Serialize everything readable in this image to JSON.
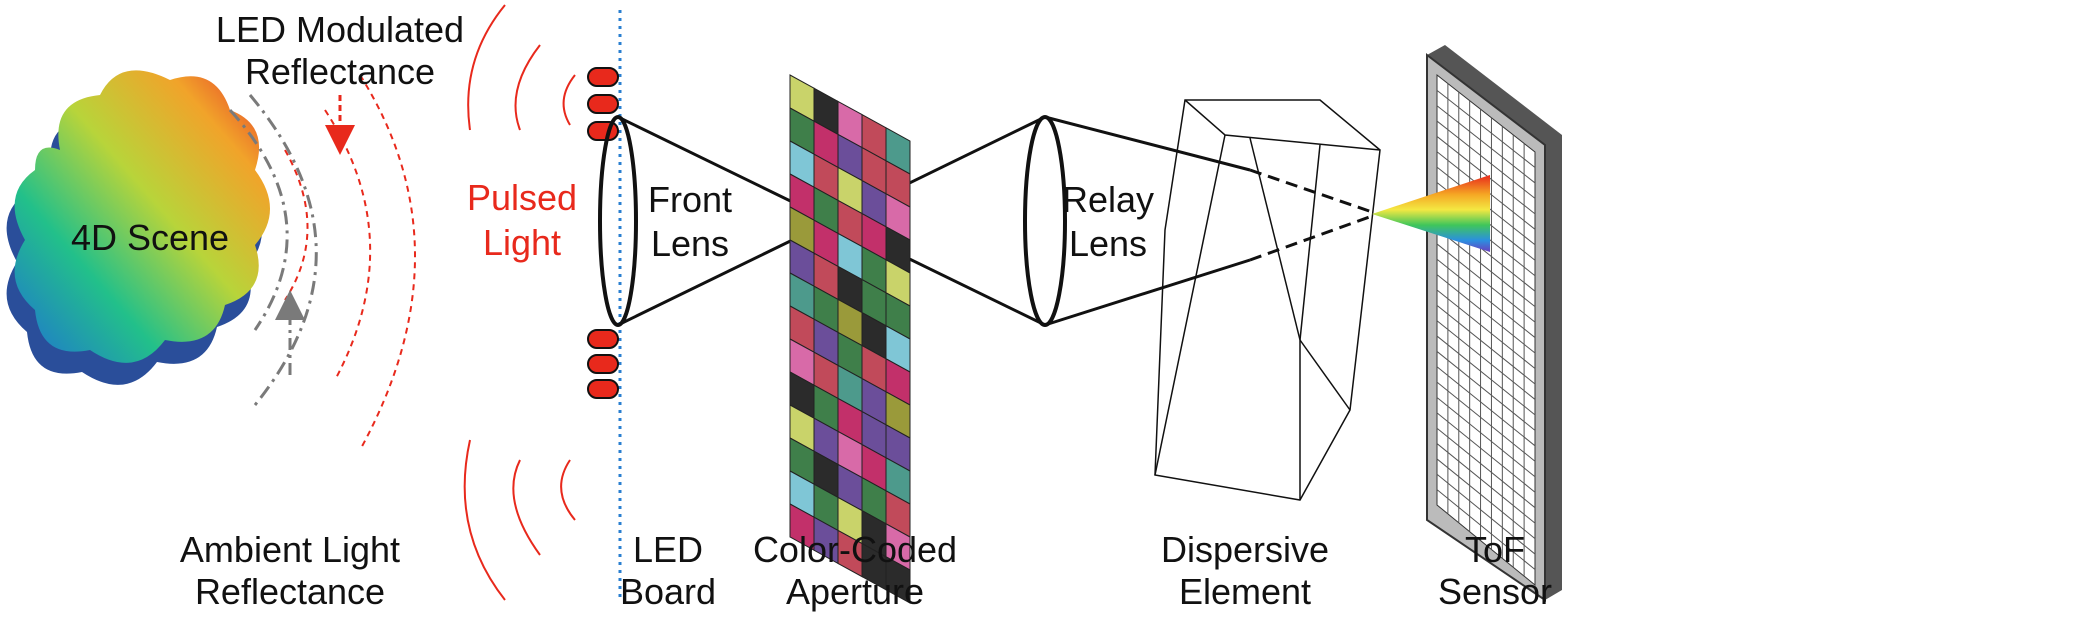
{
  "labels": {
    "scene": "4D Scene",
    "led_mod_1": "LED Modulated",
    "led_mod_2": "Reflectance",
    "ambient_1": "Ambient Light",
    "ambient_2": "Reflectance",
    "pulsed_1": "Pulsed",
    "pulsed_2": "Light",
    "front_1": "Front",
    "front_2": "Lens",
    "led_board_1": "LED",
    "led_board_2": "Board",
    "aperture_1": "Color-Coded",
    "aperture_2": "Aperture",
    "relay_1": "Relay",
    "relay_2": "Lens",
    "dispersive_1": "Dispersive",
    "dispersive_2": "Element",
    "tof_1": "ToF",
    "tof_2": "Sensor"
  },
  "colors": {
    "pulsed": "#e8291c",
    "ambient": "#7a7a7a",
    "led_board_line": "#2a7fd0",
    "aperture_palette": [
      "#c9d36a",
      "#c2306a",
      "#4d9a8c",
      "#2b2b2b",
      "#7fc6d6",
      "#6b4e9a",
      "#d86aa8",
      "#3f7f4a",
      "#9a9a3a",
      "#c14a5a"
    ]
  }
}
